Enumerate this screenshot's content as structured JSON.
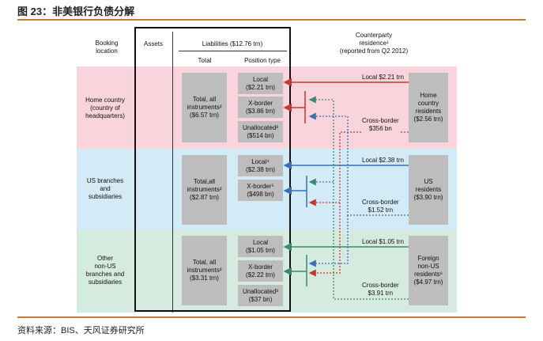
{
  "title": "图 23：非美银行负债分解",
  "source": "资料来源：BIS、天风证券研究所",
  "headers": {
    "booking": "Booking\nlocation",
    "assets": "Assets",
    "liabilities": "Liabilities ($12.76 trn)",
    "total": "Total",
    "position": "Position type",
    "counterparty": "Counterparty\nresidence¹\n(reported from Q2 2012)"
  },
  "rows": [
    {
      "booking": "Home country\n(country of\nheadquarters)",
      "total": "Total, all\ninstruments²\n($6.57 trn)",
      "positions": [
        "Local\n($2.21 trn)",
        "X-border\n($3.86 trn)",
        "Unallocated³\n($514 bn)"
      ],
      "counterparty": "Home\ncountry\nresidents\n($2.56 trn)",
      "local_flow": "Local $2.21 trn",
      "cross_flow": "Cross-border\n$356 bn"
    },
    {
      "booking": "US branches\nand\nsubsidiaries",
      "total": "Total,all\ninstruments²\n($2.87 trn)",
      "positions": [
        "Local⁴\n($2.38 trn)",
        "X-border⁵\n($498 bn)"
      ],
      "counterparty": "US\nresidents\n($3.90 trn)",
      "local_flow": "Local $2.38 trn",
      "cross_flow": "Cross-border\n$1.52 trn"
    },
    {
      "booking": "Other\nnon-US\nbranches and\nsubsidiaries",
      "total": "Total, all\ninstruments²\n($3.31 trn)",
      "positions": [
        "Local\n($1.05 trn)",
        "X-border\n($2.22 trn)",
        "Unallocated³\n($37 bn)"
      ],
      "counterparty": "Foreign\nnon-US\nresidents⁶\n($4.97 trn)",
      "local_flow": "Local $1.05 trn",
      "cross_flow": "Cross-border\n$3.91 trn"
    }
  ],
  "colors": {
    "accent_rule": "#c87a2c",
    "home_band": "#f9d4dc",
    "us_band": "#d3ebf7",
    "other_band": "#d5ebe0",
    "home_arrow": "#c0392b",
    "us_arrow": "#3a6fb0",
    "other_arrow": "#3f8a6a",
    "box_fill": "#bdbdbd"
  }
}
